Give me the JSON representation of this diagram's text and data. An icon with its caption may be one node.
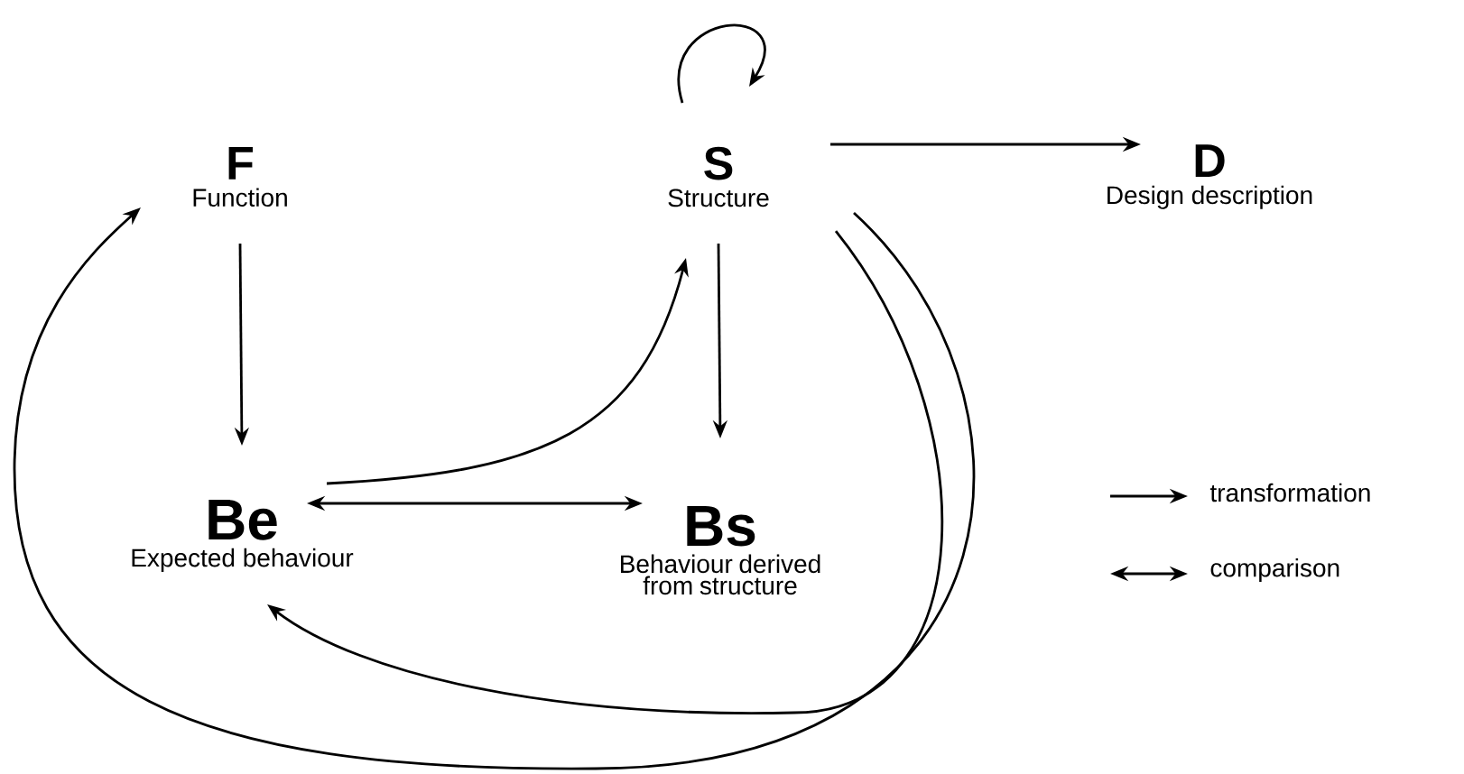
{
  "diagram": {
    "nodes": [
      {
        "text": [
          "F",
          "Function"
        ]
      },
      {
        "text": [
          "S",
          "Structure"
        ]
      },
      {
        "text": [
          "D",
          "Design description"
        ]
      },
      {
        "text": [
          "Be",
          "Expected behaviour"
        ]
      },
      {
        "text": [
          "Bs",
          "Behaviour derived from structure"
        ]
      }
    ],
    "edges": [
      {
        "from": 1,
        "to": 1,
        "arrow": "to"
      },
      {
        "from": 1,
        "to": 2,
        "arrow": "to"
      },
      {
        "from": 0,
        "to": 3,
        "arrow": "to"
      },
      {
        "from": 1,
        "to": 4,
        "arrow": "to"
      },
      {
        "from": 3,
        "to": 1,
        "arrow": "to"
      },
      {
        "from": 3,
        "to": 4,
        "arrow": "both"
      },
      {
        "from": 1,
        "to": 3,
        "arrow": "to"
      },
      {
        "from": 1,
        "to": 0,
        "arrow": "to"
      }
    ],
    "legend": [
      {
        "text": "transformation"
      },
      {
        "text": "comparison"
      }
    ]
  }
}
